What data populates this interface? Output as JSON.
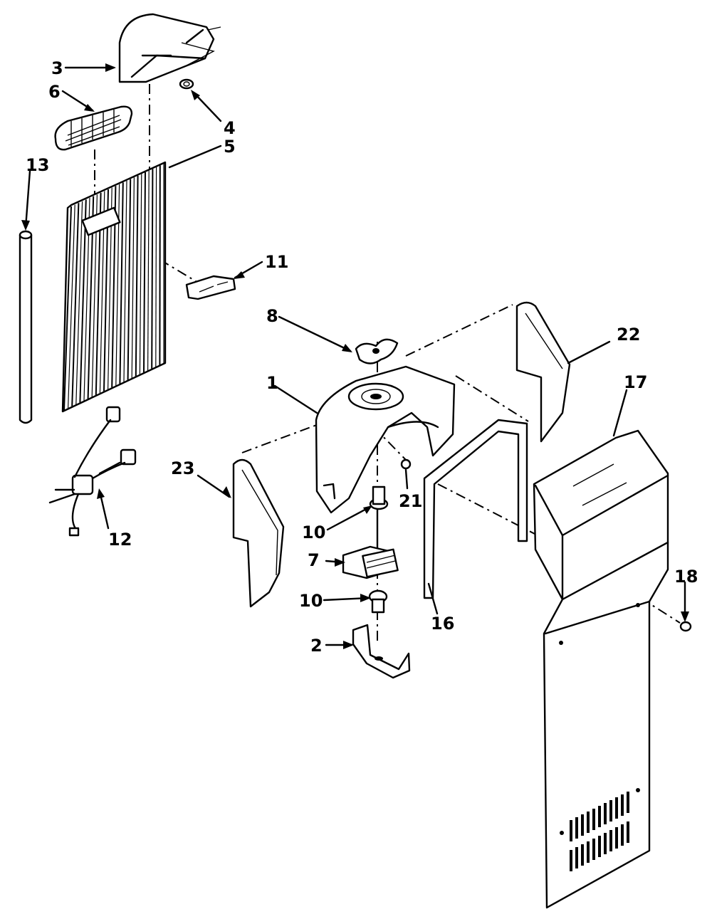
{
  "diagram": {
    "callouts": [
      {
        "id": "c1",
        "label": "1"
      },
      {
        "id": "c2",
        "label": "2"
      },
      {
        "id": "c3",
        "label": "3"
      },
      {
        "id": "c4",
        "label": "4"
      },
      {
        "id": "c5",
        "label": "5"
      },
      {
        "id": "c6",
        "label": "6"
      },
      {
        "id": "c7",
        "label": "7"
      },
      {
        "id": "c8",
        "label": "8"
      },
      {
        "id": "c10a",
        "label": "10"
      },
      {
        "id": "c10b",
        "label": "10"
      },
      {
        "id": "c11",
        "label": "11"
      },
      {
        "id": "c12",
        "label": "12"
      },
      {
        "id": "c13",
        "label": "13"
      },
      {
        "id": "c16",
        "label": "16"
      },
      {
        "id": "c17",
        "label": "17"
      },
      {
        "id": "c18",
        "label": "18"
      },
      {
        "id": "c21",
        "label": "21"
      },
      {
        "id": "c22",
        "label": "22"
      },
      {
        "id": "c23",
        "label": "23"
      }
    ]
  },
  "colors": {
    "ink": "#000000",
    "paper": "#ffffff"
  }
}
